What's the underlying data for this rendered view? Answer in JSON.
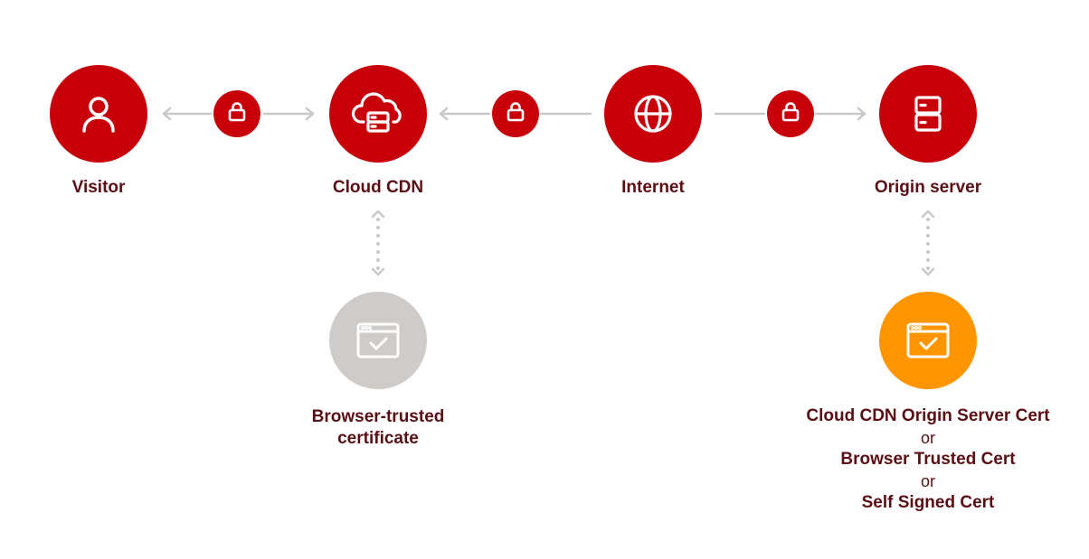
{
  "nodes": {
    "visitor": {
      "label": "Visitor",
      "icon": "user-icon"
    },
    "cloud_cdn": {
      "label": "Cloud CDN",
      "icon": "cloud-server-icon"
    },
    "internet": {
      "label": "Internet",
      "icon": "globe-icon"
    },
    "origin": {
      "label": "Origin server",
      "icon": "server-icon"
    }
  },
  "certificates": {
    "cdn_cert": {
      "line1": "Browser-trusted",
      "line2": "certificate",
      "icon": "certificate-check-icon"
    },
    "origin_cert": {
      "option1": "Cloud CDN Origin Server Cert",
      "or1": "or",
      "option2": "Browser Trusted Cert",
      "or2": "or",
      "option3": "Self Signed Cert",
      "icon": "certificate-check-icon"
    }
  },
  "locks": [
    {
      "icon": "lock-icon"
    },
    {
      "icon": "lock-icon"
    },
    {
      "icon": "lock-icon"
    }
  ],
  "colors": {
    "primary": "#c8000a",
    "label_text": "#5a0f14",
    "connector": "#c9c9c9",
    "cert_neutral": "#cfcbc9",
    "cert_highlight": "#ff9600"
  }
}
